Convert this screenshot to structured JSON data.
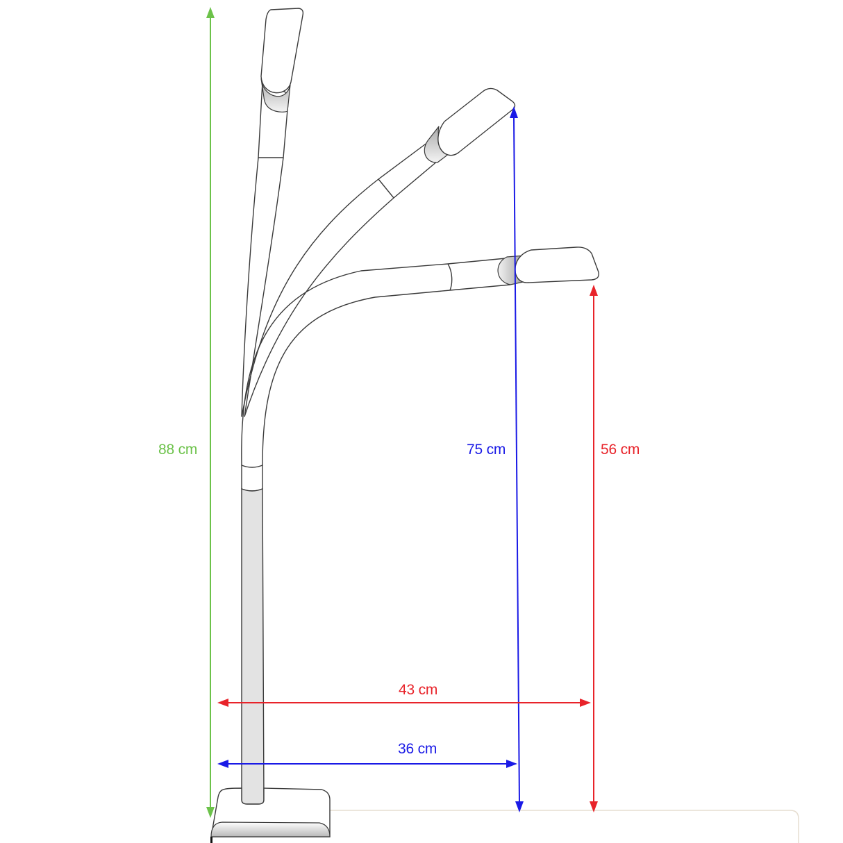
{
  "diagram": {
    "subject": "Adjustable gooseneck floor lamp dimension drawing",
    "colors": {
      "total_height": "#6cc24a",
      "mid_position": "#1a1ae6",
      "low_position": "#e8232a",
      "outline": "#3a3a3a",
      "pole_fill": "#e3e3e3",
      "floor_line": "#e6ddd0"
    },
    "dimensions": {
      "total_height": {
        "label": "88 cm",
        "orientation": "vertical",
        "color": "green"
      },
      "mid_height": {
        "label": "75 cm",
        "orientation": "vertical",
        "color": "blue"
      },
      "low_height": {
        "label": "56 cm",
        "orientation": "vertical",
        "color": "red"
      },
      "low_reach": {
        "label": "43 cm",
        "orientation": "horizontal",
        "color": "red"
      },
      "mid_reach": {
        "label": "36 cm",
        "orientation": "horizontal",
        "color": "blue"
      }
    },
    "lamp_positions": [
      "upright",
      "mid-angle",
      "horizontal"
    ]
  }
}
